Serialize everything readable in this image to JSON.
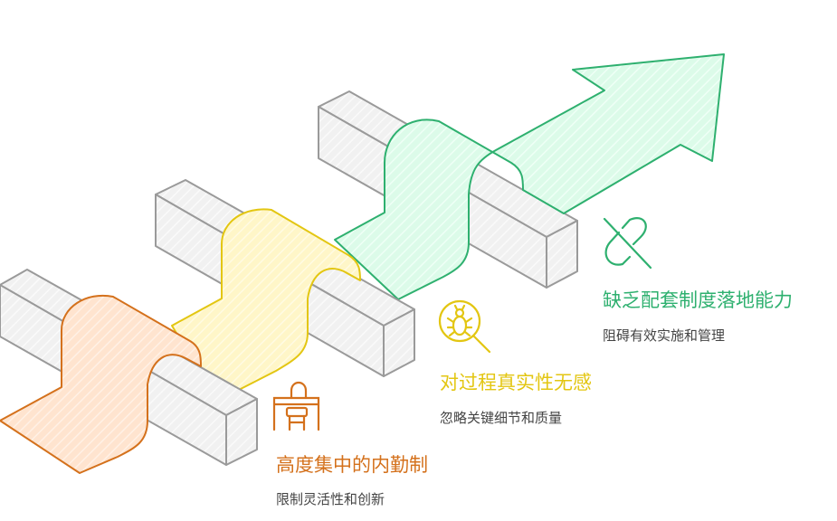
{
  "colors": {
    "orange": "#d4711c",
    "yellow": "#e3c612",
    "green": "#2eb06f",
    "gray": "#9a9a9a"
  },
  "items": [
    {
      "title": "缺乏配套制度落地能力",
      "desc": "阻碍有效实施和管理",
      "icon": "broken-link-icon"
    },
    {
      "title": "对过程真实性无感",
      "desc": "忽略关键细节和质量",
      "icon": "bug-search-icon"
    },
    {
      "title": "高度集中的内勤制",
      "desc": "限制灵活性和创新",
      "icon": "desk-chair-icon"
    }
  ]
}
